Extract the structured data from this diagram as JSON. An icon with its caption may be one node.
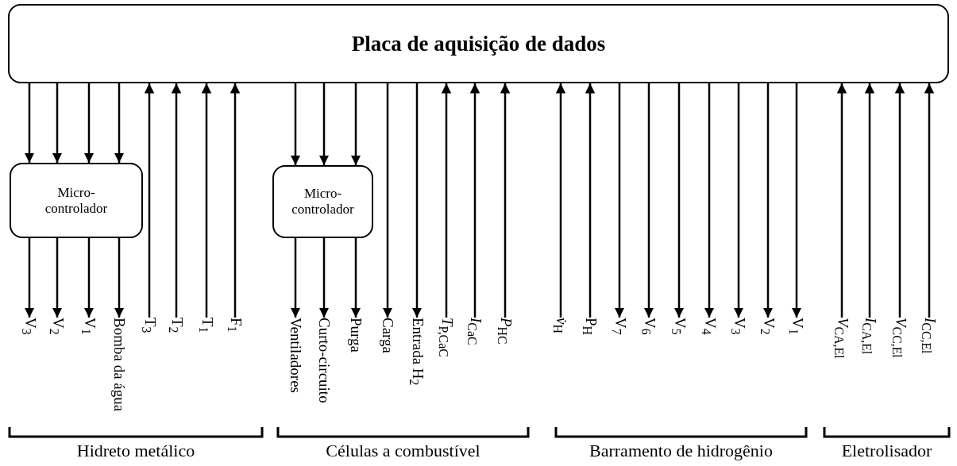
{
  "diagram": {
    "nodes": [
      {
        "text": [
          "Placa de aquisição de dados"
        ]
      },
      {
        "text": [
          "Micro- controlador"
        ]
      },
      {
        "text": [
          "V$_{3}$"
        ]
      },
      {
        "text": [
          "V$_{2}$"
        ]
      },
      {
        "text": [
          "V$_{1}$"
        ]
      },
      {
        "text": [
          "Bomba da água"
        ]
      },
      {
        "text": [
          "T$_{3}$"
        ]
      },
      {
        "text": [
          "T$_{2}$"
        ]
      },
      {
        "text": [
          "T$_{1}$"
        ]
      },
      {
        "text": [
          "F$_{1}$"
        ]
      },
      {
        "text": [
          "Micro- controlador"
        ]
      },
      {
        "text": [
          "Ventiladores"
        ]
      },
      {
        "text": [
          "Curto-circuito"
        ]
      },
      {
        "text": [
          "Purga"
        ]
      },
      {
        "text": [
          "Carga"
        ]
      },
      {
        "text": [
          "Entrada H$_{2}$"
        ]
      },
      {
        "text": [
          "*T*$_{P,CaC}$"
        ]
      },
      {
        "text": [
          "*I*$_{CaC}$"
        ]
      },
      {
        "text": [
          "*P*$_{HC}$"
        ]
      },
      {
        "text": [
          "*v̇*$_{H}$"
        ]
      },
      {
        "text": [
          "P$_{H}$"
        ]
      },
      {
        "text": [
          "V$_{7}$"
        ]
      },
      {
        "text": [
          "V$_{6}$"
        ]
      },
      {
        "text": [
          "V$_{5}$"
        ]
      },
      {
        "text": [
          "V$_{4}$"
        ]
      },
      {
        "text": [
          "V$_{3}$"
        ]
      },
      {
        "text": [
          "V$_{2}$"
        ]
      },
      {
        "text": [
          "V$_{1}$"
        ]
      },
      {
        "text": [
          "*V*$_{CA,El}$"
        ]
      },
      {
        "text": [
          "*I*$_{CA,El}$"
        ]
      },
      {
        "text": [
          "*V*$_{CC,El}$"
        ]
      },
      {
        "text": [
          "*I*$_{CC,El}$"
        ]
      }
    ],
    "edges": [
      {
        "from": 0,
        "to": 1,
        "arrow": "to"
      },
      {
        "from": 0,
        "to": 1,
        "arrow": "to"
      },
      {
        "from": 0,
        "to": 1,
        "arrow": "to"
      },
      {
        "from": 0,
        "to": 1,
        "arrow": "to"
      },
      {
        "from": 1,
        "to": 2,
        "arrow": "to"
      },
      {
        "from": 1,
        "to": 3,
        "arrow": "to"
      },
      {
        "from": 1,
        "to": 4,
        "arrow": "to"
      },
      {
        "from": 1,
        "to": 5,
        "arrow": "to"
      },
      {
        "from": 6,
        "to": 0,
        "arrow": "to"
      },
      {
        "from": 7,
        "to": 0,
        "arrow": "to"
      },
      {
        "from": 8,
        "to": 0,
        "arrow": "to"
      },
      {
        "from": 9,
        "to": 0,
        "arrow": "to"
      },
      {
        "from": 0,
        "to": 10,
        "arrow": "to"
      },
      {
        "from": 0,
        "to": 10,
        "arrow": "to"
      },
      {
        "from": 0,
        "to": 10,
        "arrow": "to"
      },
      {
        "from": 10,
        "to": 11,
        "arrow": "to"
      },
      {
        "from": 10,
        "to": 12,
        "arrow": "to"
      },
      {
        "from": 10,
        "to": 13,
        "arrow": "to"
      },
      {
        "from": 0,
        "to": 14,
        "arrow": "to"
      },
      {
        "from": 0,
        "to": 15,
        "arrow": "to"
      },
      {
        "from": 16,
        "to": 0,
        "arrow": "to"
      },
      {
        "from": 17,
        "to": 0,
        "arrow": "to"
      },
      {
        "from": 18,
        "to": 0,
        "arrow": "to"
      },
      {
        "from": 19,
        "to": 0,
        "arrow": "to"
      },
      {
        "from": 20,
        "to": 0,
        "arrow": "to"
      },
      {
        "from": 0,
        "to": 21,
        "arrow": "to"
      },
      {
        "from": 0,
        "to": 22,
        "arrow": "to"
      },
      {
        "from": 0,
        "to": 23,
        "arrow": "to"
      },
      {
        "from": 0,
        "to": 24,
        "arrow": "to"
      },
      {
        "from": 0,
        "to": 25,
        "arrow": "to"
      },
      {
        "from": 0,
        "to": 26,
        "arrow": "to"
      },
      {
        "from": 0,
        "to": 27,
        "arrow": "to"
      },
      {
        "from": 28,
        "to": 0,
        "arrow": "to"
      },
      {
        "from": 29,
        "to": 0,
        "arrow": "to"
      },
      {
        "from": 30,
        "to": 0,
        "arrow": "to"
      },
      {
        "from": 31,
        "to": 0,
        "arrow": "to"
      }
    ],
    "labels": [
      "Hidreto metálico",
      "Células a combustível",
      "Barramento de hidrogênio",
      "Eletrolisador"
    ]
  }
}
